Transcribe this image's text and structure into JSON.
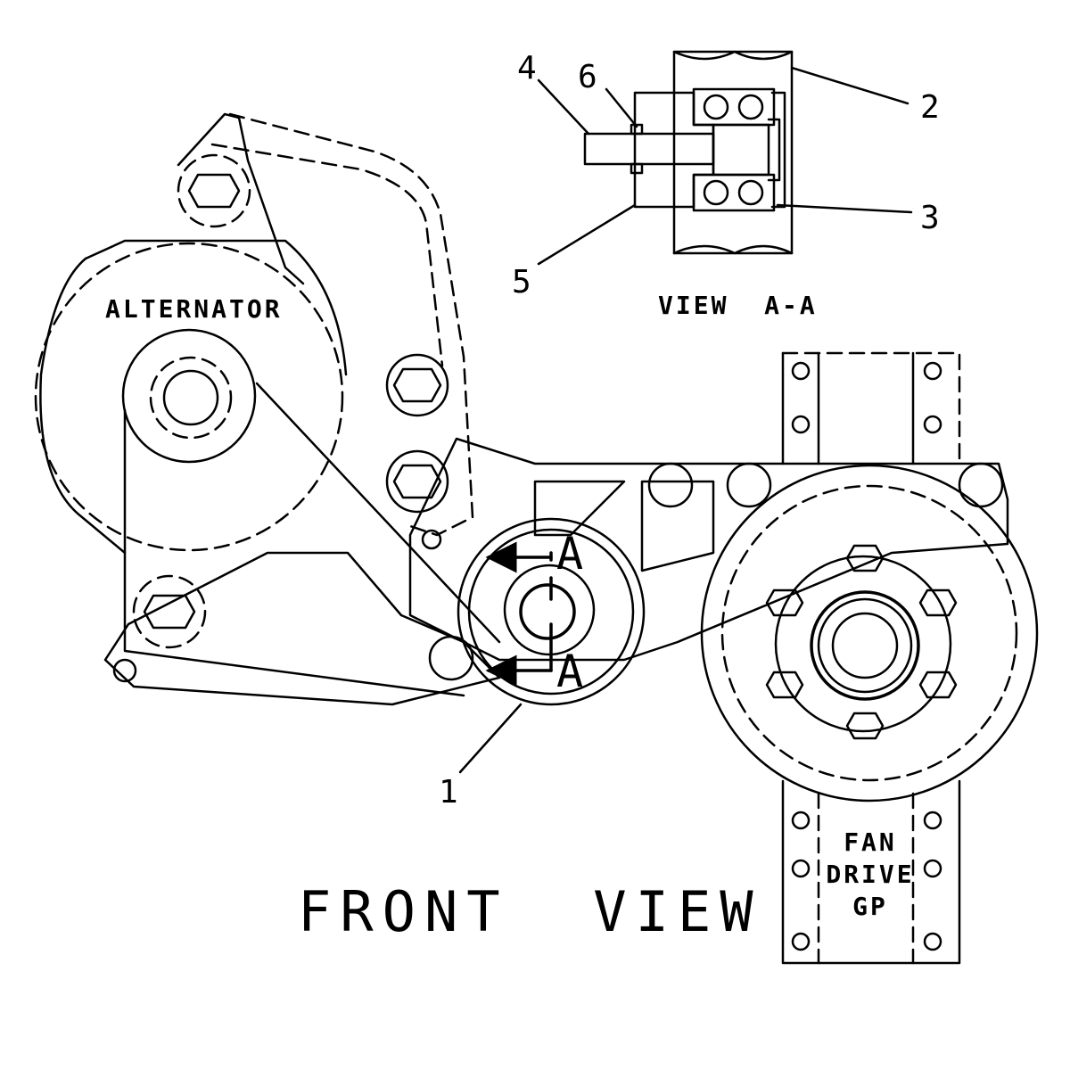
{
  "labels": {
    "alternator": "ALTERNATOR",
    "view_aa": "VIEW  A-A",
    "front_view": "FRONT  VIEW",
    "fan_drive": [
      "FAN",
      "DRIVE",
      "GP"
    ],
    "section_marks": [
      "A",
      "A"
    ]
  },
  "callouts": [
    "1",
    "2",
    "3",
    "4",
    "5",
    "6"
  ]
}
